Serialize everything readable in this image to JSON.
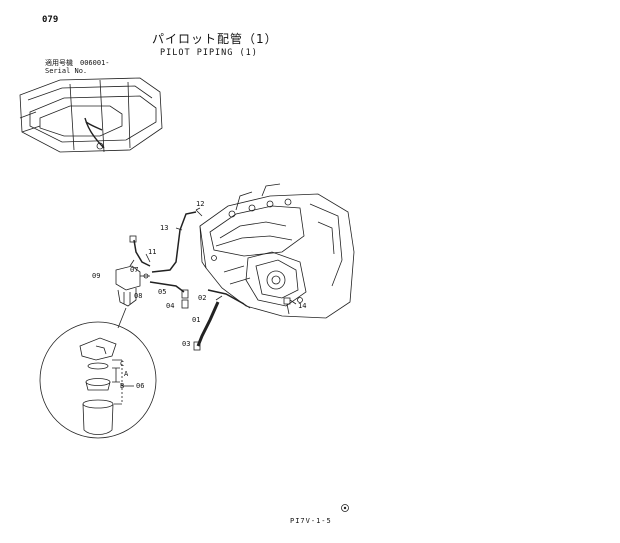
{
  "header": {
    "page_number": "079",
    "title_jp": "パイロット配管（1）",
    "title_en": "PILOT PIPING (1)",
    "serial_label_jp": "適用号機",
    "serial_value": "006001-",
    "serial_label_en": "Serial No."
  },
  "callouts": {
    "c01": "01",
    "c02": "02",
    "c03": "03",
    "c04": "04",
    "c05": "05",
    "c06": "06",
    "c07": "07",
    "c08": "08",
    "c09": "09",
    "c11": "11",
    "c12": "12",
    "c13": "13",
    "c14": "14",
    "cA": "A",
    "cB": "B",
    "cC": "C"
  },
  "footer": {
    "code": "PI7V-1-5"
  }
}
